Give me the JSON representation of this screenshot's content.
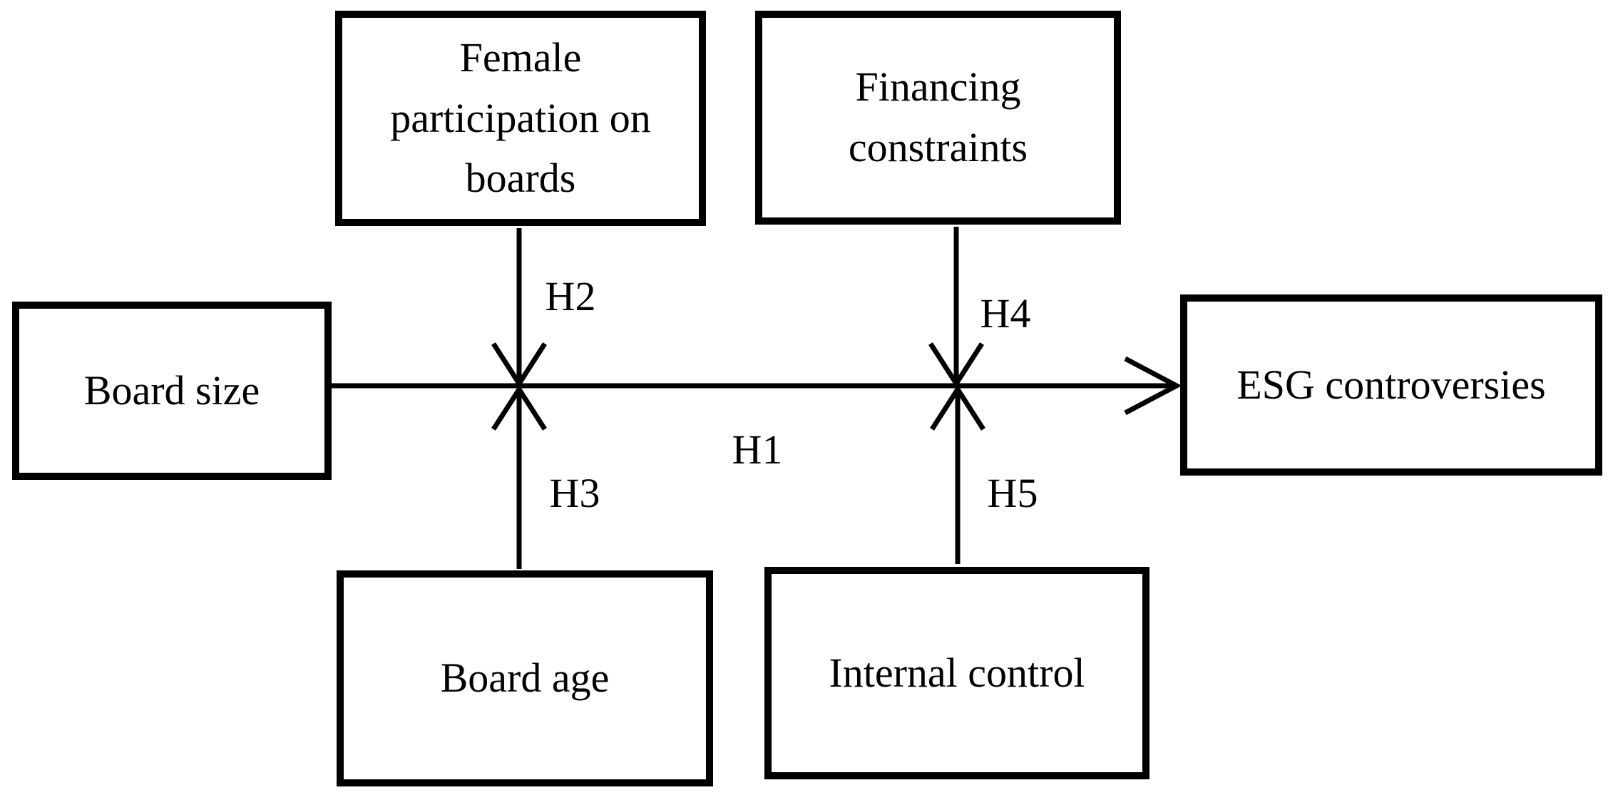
{
  "diagram": {
    "description": "Conceptual research model linking board characteristics to ESG controversies",
    "colors": {
      "background": "#ffffff",
      "line": "#000000",
      "text": "#000000"
    },
    "nodes": {
      "board_size": {
        "label": "Board size"
      },
      "female": {
        "lines": [
          "Female",
          "participation on",
          "boards"
        ]
      },
      "financing": {
        "lines": [
          "Financing",
          "constraints"
        ]
      },
      "esg": {
        "label": "ESG controversies"
      },
      "board_age": {
        "label": "Board age"
      },
      "internal_control": {
        "label": "Internal control"
      }
    },
    "hypotheses": {
      "h1": "H1",
      "h2": "H2",
      "h3": "H3",
      "h4": "H4",
      "h5": "H5"
    },
    "edges": [
      {
        "from": "board_size",
        "to": "esg",
        "label": "H1",
        "type": "direct"
      },
      {
        "from": "female",
        "to": "H1-path",
        "label": "H2",
        "type": "moderating"
      },
      {
        "from": "board_age",
        "to": "H1-path",
        "label": "H3",
        "type": "moderating"
      },
      {
        "from": "financing",
        "to": "H1-path",
        "label": "H4",
        "type": "moderating"
      },
      {
        "from": "internal_control",
        "to": "H1-path",
        "label": "H5",
        "type": "moderating"
      }
    ]
  }
}
